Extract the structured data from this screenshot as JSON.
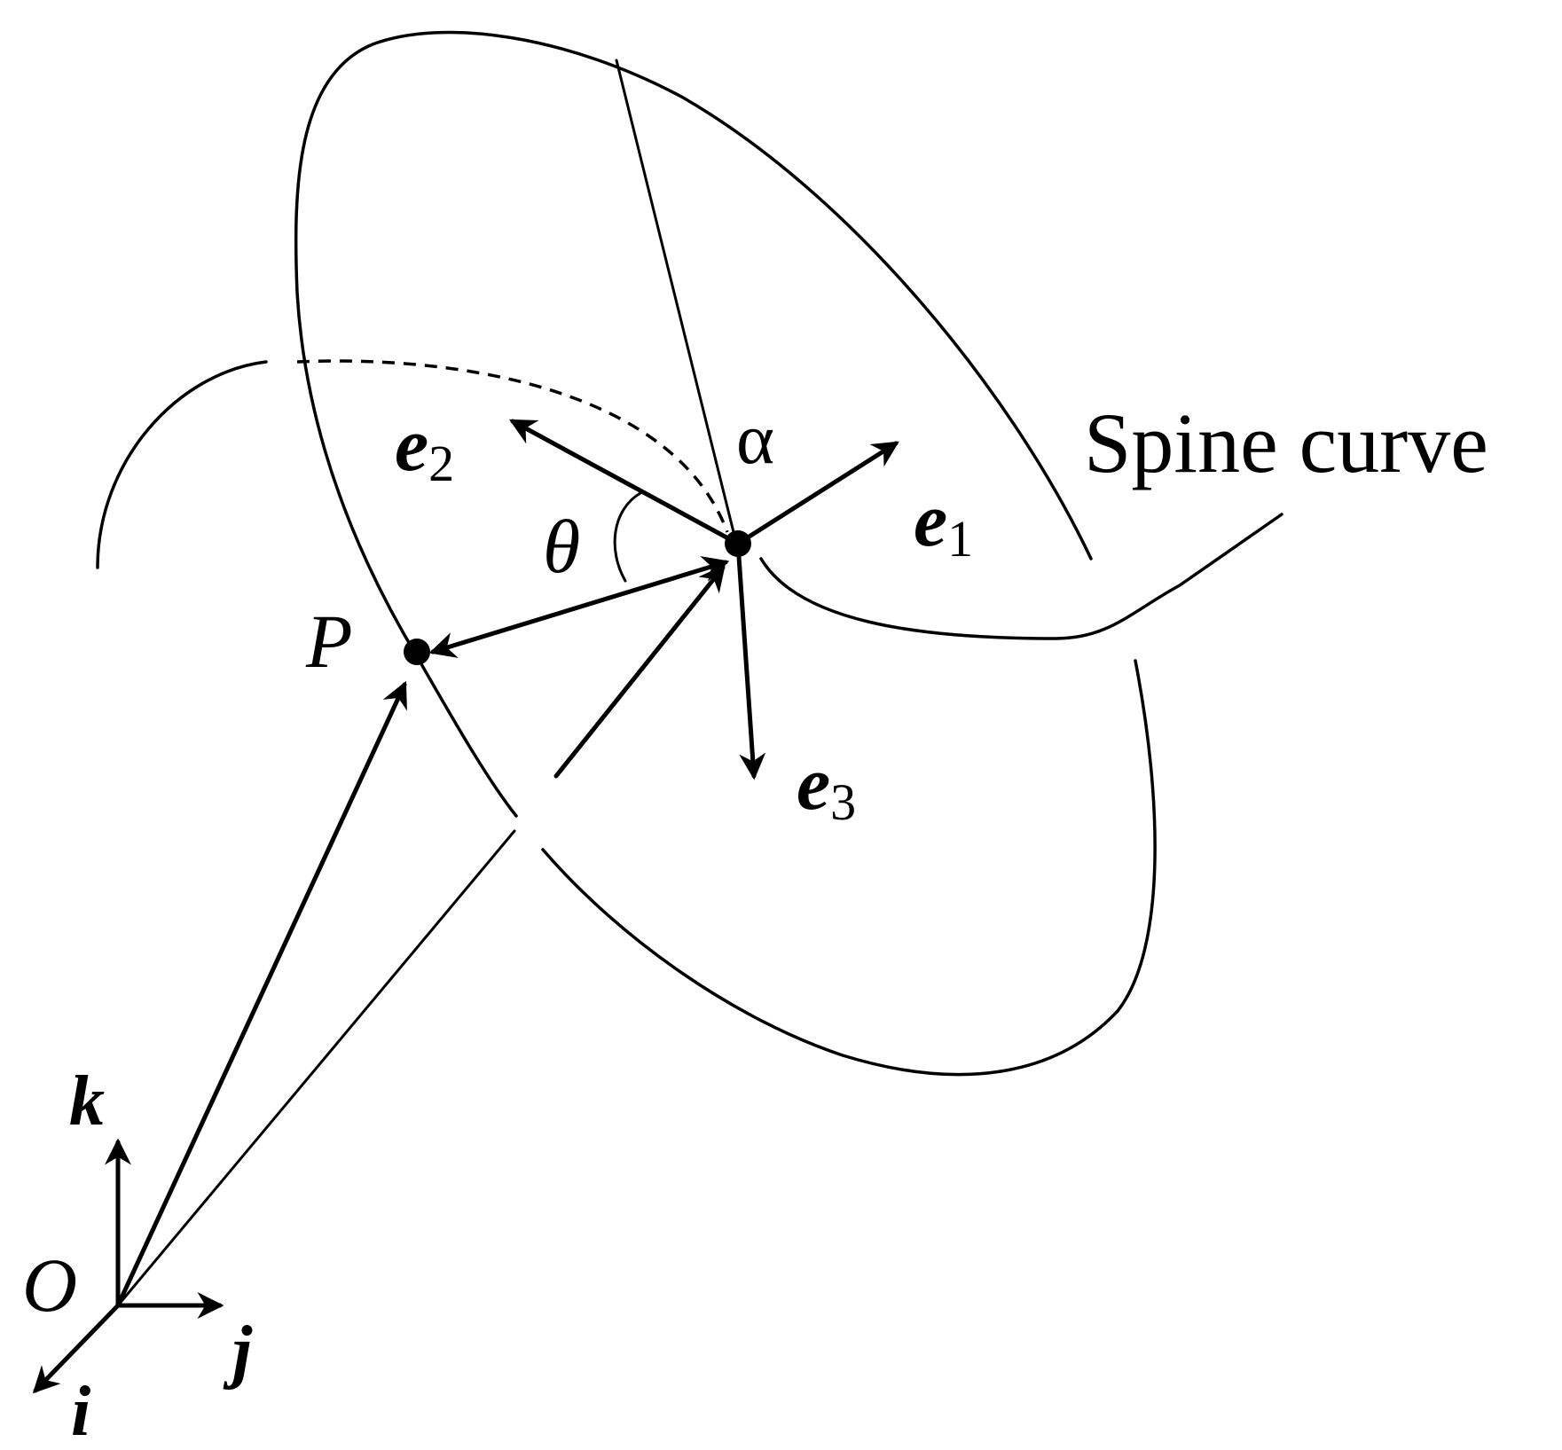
{
  "labels": {
    "spine_curve": "Spine curve",
    "alpha": "α",
    "theta": "θ",
    "point_p": "P",
    "origin": "O",
    "e1": {
      "base": "e",
      "sub": "1"
    },
    "e2": {
      "base": "e",
      "sub": "2"
    },
    "e3": {
      "base": "e",
      "sub": "3"
    },
    "axis_i": "i",
    "axis_j": "j",
    "axis_k": "k"
  }
}
